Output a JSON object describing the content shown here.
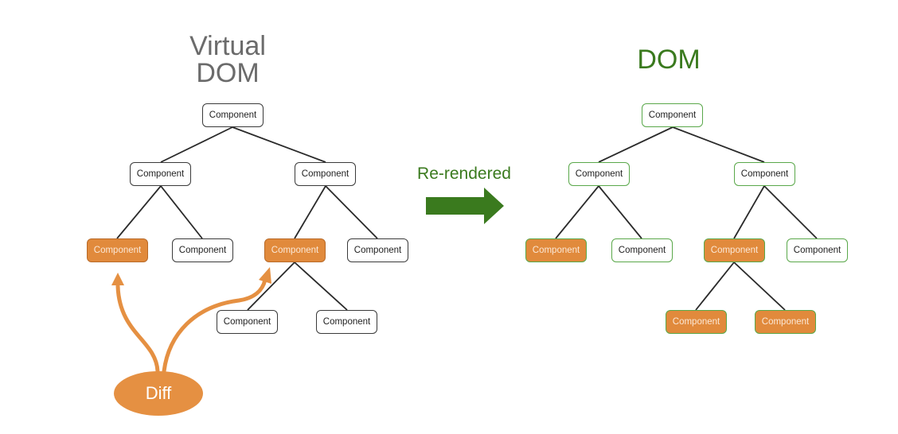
{
  "virtual_dom": {
    "title_line1": "Virtual",
    "title_line2": "DOM",
    "nodes": [
      "Component",
      "Component",
      "Component",
      "Component",
      "Component",
      "Component",
      "Component",
      "Component",
      "Component"
    ]
  },
  "dom": {
    "title": "DOM",
    "nodes": [
      "Component",
      "Component",
      "Component",
      "Component",
      "Component",
      "Component",
      "Component",
      "Component",
      "Component"
    ]
  },
  "arrow_label": "Re-rendered",
  "diff_label": "Diff",
  "colors": {
    "highlight": "#e18a3c",
    "diff": "#e59042",
    "green": "#3a7a1e",
    "green_border": "#5aa84a"
  }
}
